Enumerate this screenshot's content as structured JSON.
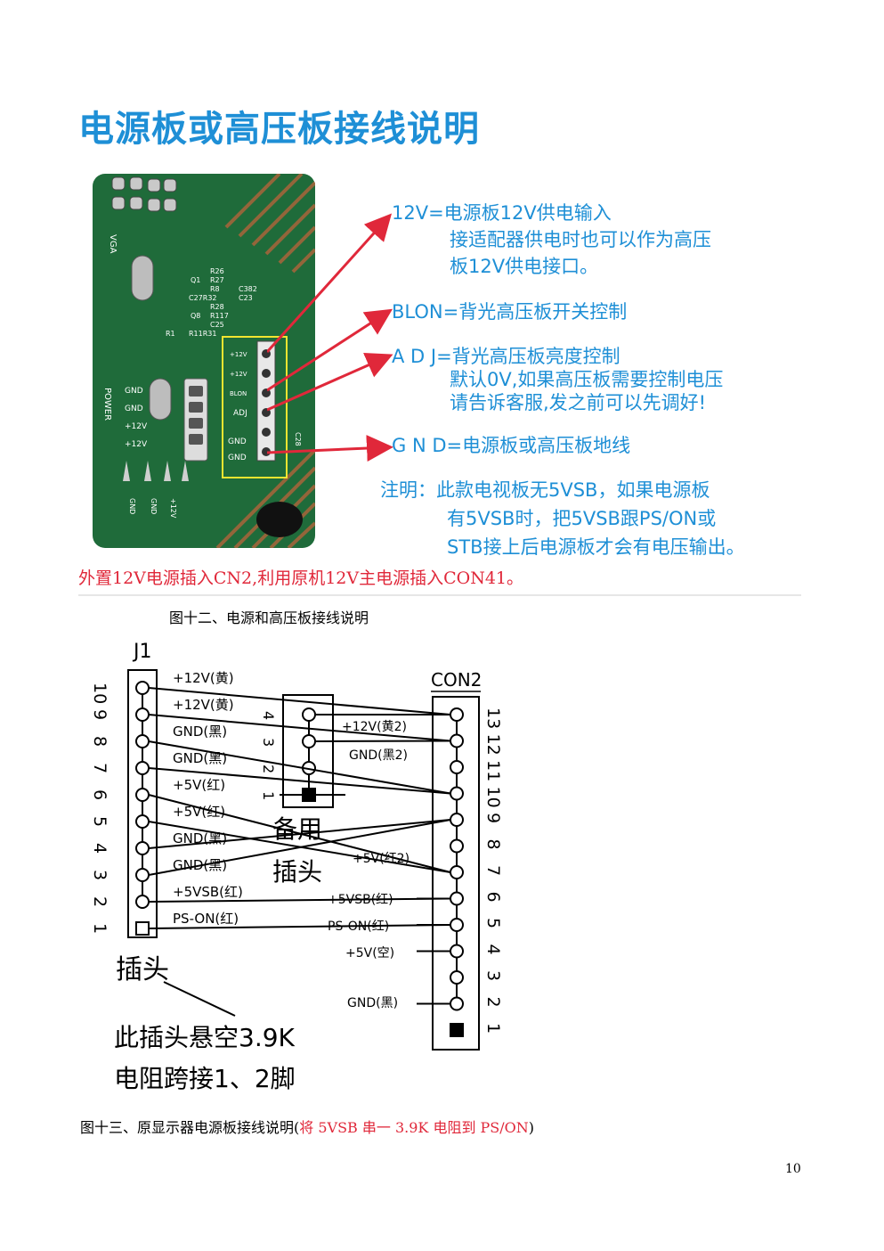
{
  "figure12": {
    "title": "电源板或高压板接线说明",
    "notes": {
      "v12_title": "12V=电源板12V供电输入",
      "v12_line2": "接适配器供电时也可以作为高压",
      "v12_line3": "板12V供电接口。",
      "blon": "BLON=背光高压板开关控制",
      "adj_title": "A D J=背光高压板亮度控制",
      "adj_line2": "默认0V,如果高压板需要控制电压",
      "adj_line3": "请告诉客服,发之前可以先调好!",
      "gnd": "G N D=电源板或高压板地线",
      "remark_line1": "注明：此款电视板无5VSB，如果电源板",
      "remark_line2": "有5VSB时，把5VSB跟PS/ON或",
      "remark_line3": "STB接上后电源板才会有电压输出。"
    },
    "pcb_labels": {
      "vga": "VGA",
      "power": "POWER",
      "gnd1": "GND",
      "gnd2": "GND",
      "v12a": "+12V",
      "v12b": "+12V",
      "conn_12v_1": "+12V",
      "conn_12v_2": "+12V",
      "conn_blon": "BLON",
      "conn_adj": "ADJ",
      "conn_gnd1": "GND",
      "conn_gnd2": "GND",
      "c28": "C28",
      "r26": "R26",
      "q1": "Q1",
      "r27": "R27",
      "r8": "R8",
      "c382": "C382",
      "c27r32": "C27R32",
      "c23": "C23",
      "r28": "R28",
      "q8": "Q8",
      "r117": "R117",
      "c25": "C25",
      "r1": "R1",
      "r11r31": "R11R31",
      "bottom_gnd1": "GND",
      "bottom_gnd2": "GND",
      "bottom_v12": "+12V"
    },
    "external_note": "外置12V电源插入CN2,利用原机12V主电源插入CON41。",
    "caption": "图十二、电源和高压板接线说明"
  },
  "figure13": {
    "j1": "J1",
    "con2": "CON2",
    "j1_pins": [
      "10",
      "9",
      "8",
      "7",
      "6",
      "5",
      "4",
      "3",
      "2",
      "1"
    ],
    "j1_labels": [
      "+12V(黄)",
      "+12V(黄)",
      "GND(黑)",
      "GND(黑)",
      "+5V(红)",
      "+5V(红)",
      "GND(黑)",
      "GND(黑)",
      "+5VSB(红)",
      "PS-ON(红)"
    ],
    "con2_pins": [
      "13",
      "12",
      "11",
      "10",
      "9",
      "8",
      "7",
      "6",
      "5",
      "4",
      "3",
      "2",
      "1"
    ],
    "con2_labels": {
      "yellow2": "+12V(黄2)",
      "black2": "GND(黑2)",
      "red2": "+5V(红2)",
      "v5sb": "+5VSB(红)",
      "pson": "PS-ON(红)",
      "v5_empty": "+5V(空)",
      "gnd": "GND(黑)"
    },
    "spare_pins": [
      "4",
      "3",
      "2",
      "1"
    ],
    "spare_label_1": "备用",
    "spare_label_2": "插头",
    "plug_label": "插头",
    "plug_note_1": "此插头悬空3.9K",
    "plug_note_2": "电阻跨接1、2脚",
    "caption_main": "图十三、原显示器电源板接线说明(",
    "caption_red": "将 5VSB 串一 3.9K 电阻到 PS/ON",
    "caption_end": ")"
  },
  "page_number": "10",
  "colors": {
    "accent_blue": "#1e8fd6",
    "red": "#e0283a",
    "pcb_green": "#1f6b3a",
    "highlight_yellow": "#f2e530"
  }
}
